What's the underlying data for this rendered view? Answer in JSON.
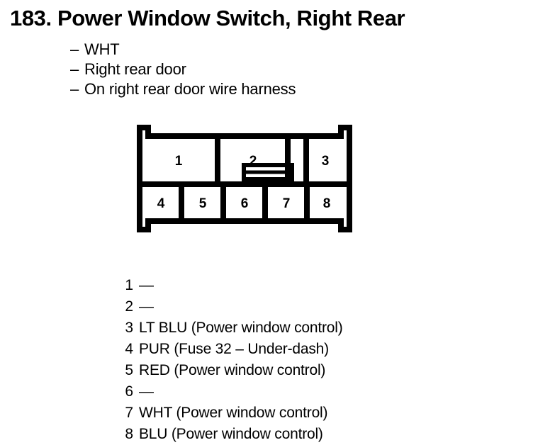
{
  "page": {
    "title": "183. Power Window Switch, Right Rear",
    "item_number": "183.",
    "component_name": "Power Window Switch, Right Rear"
  },
  "attributes": {
    "dash": "–",
    "items": [
      {
        "text": "WHT"
      },
      {
        "text": "Right rear door"
      },
      {
        "text": "On right rear door wire harness"
      }
    ]
  },
  "connector": {
    "type": "8-cavity-two-row",
    "cavity_count": 8,
    "top_row_labels": [
      "1",
      "2",
      "3"
    ],
    "bottom_row_labels": [
      "4",
      "5",
      "6",
      "7",
      "8"
    ],
    "latch_tab": "locking-tab",
    "outline_color": "#000000",
    "fill_color": "#ffffff"
  },
  "pin_legend": {
    "empty_marker": "—",
    "rows": [
      {
        "pin": "1",
        "description": "—"
      },
      {
        "pin": "2",
        "description": "—"
      },
      {
        "pin": "3",
        "description": "LT BLU (Power window control)"
      },
      {
        "pin": "4",
        "description": "PUR (Fuse 32 – Under-dash)"
      },
      {
        "pin": "5",
        "description": "RED (Power window control)"
      },
      {
        "pin": "6",
        "description": "—"
      },
      {
        "pin": "7",
        "description": "WHT (Power window control)"
      },
      {
        "pin": "8",
        "description": "BLU (Power window control)"
      }
    ]
  }
}
